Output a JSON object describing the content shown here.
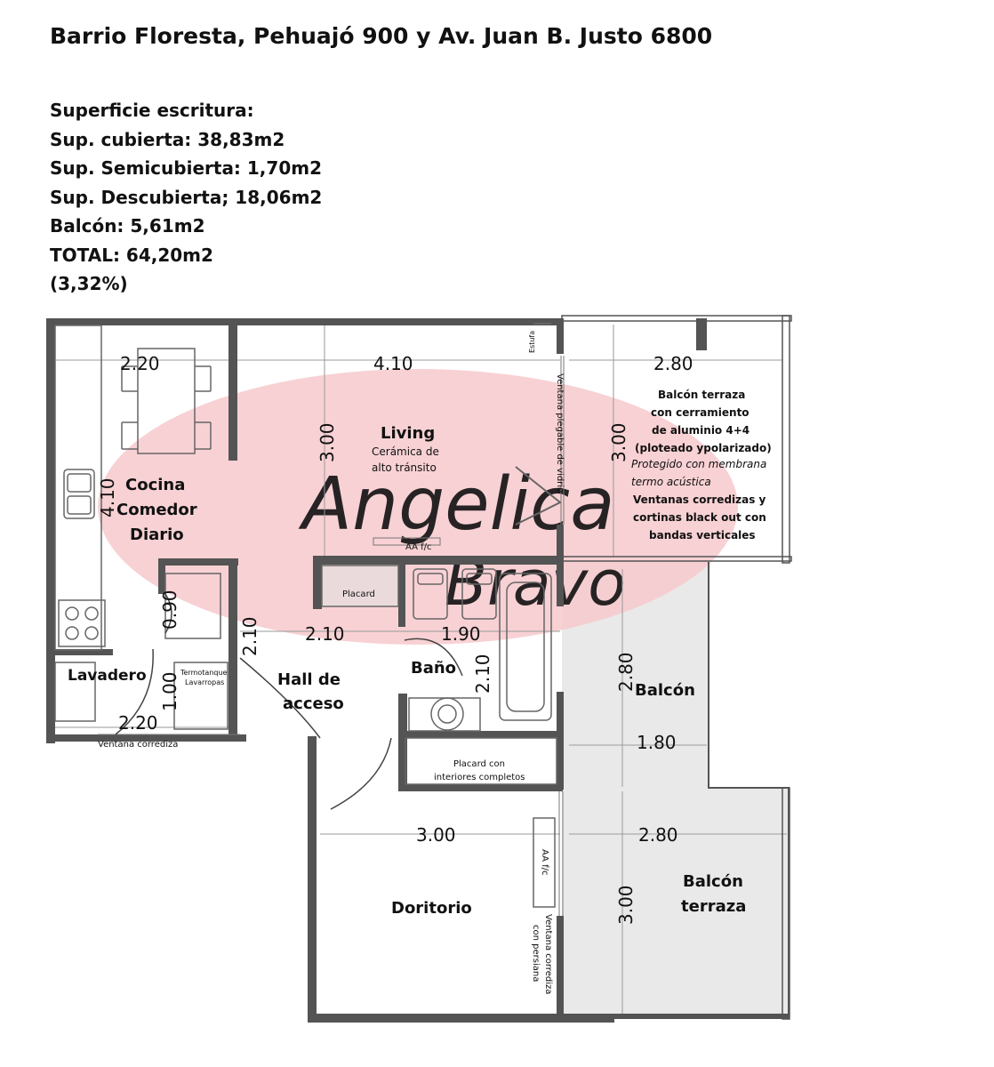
{
  "title": "Barrio Floresta, Pehuajó 900 y Av. Juan B. Justo 6800",
  "specs": [
    "Superficie escritura:",
    "Sup. cubierta: 38,83m2",
    "Sup. Semicubierta: 1,70m2",
    "Sup. Descubierta; 18,06m2",
    "Balcón: 5,61m2",
    "TOTAL: 64,20m2",
    "(3,32%)"
  ],
  "watermark": {
    "line1": "Angelica",
    "line2": "Bravo"
  },
  "rooms": {
    "cocina": {
      "l1": "Cocina",
      "l2": "Comedor",
      "l3": "Diario"
    },
    "living": {
      "name": "Living",
      "l1": "Cerámica de",
      "l2": "alto tránsito"
    },
    "balcon_terraza_top": {
      "l1": "Balcón terraza",
      "l2": "con cerramiento",
      "l3": "de aluminio 4+4",
      "l4": "(ploteado ypolarizado)",
      "note1": "Protegido con membrana",
      "note2": "termo acústica",
      "l5": "Ventanas corredizas y",
      "l6": "cortinas black out con",
      "l7": "bandas verticales"
    },
    "lavadero": "Lavadero",
    "hall": {
      "l1": "Hall de",
      "l2": "acceso"
    },
    "bano": "Baño",
    "balcon": "Balcón",
    "dormitorio": "Doritorio",
    "balcon_terraza_bottom": {
      "l1": "Balcón",
      "l2": "terraza"
    }
  },
  "labels": {
    "estufa": "Estufa",
    "ventana_plegable": "Ventana plegable de vidrio",
    "aa_living": "AA f/c",
    "placard": "Placard",
    "termotanque": "Termotanque",
    "lavarropas": "Lavarropas",
    "ventana_corrediza": "Ventana corrediza",
    "placard_completo_l1": "Placard con",
    "placard_completo_l2": "interiores completos",
    "aa_dormitorio": "AA f/c",
    "ventana_persiana_l1": "Ventana corrediza",
    "ventana_persiana_l2": "con persiana"
  },
  "dimensions": {
    "cocina_width": "2.20",
    "living_width": "4.10",
    "terraza_width": "2.80",
    "living_depth": "3.00",
    "terraza_depth": "3.00",
    "cocina_depth": "4.10",
    "cocina_sub": "0.90",
    "hall_depth": "2.10",
    "hall_width": "2.10",
    "bano_width": "1.90",
    "bano_depth": "2.10",
    "balcon_depth": "2.80",
    "lavadero_depth": "1.00",
    "lavadero_width": "2.20",
    "balcon_width": "1.80",
    "dormitorio_width": "3.00",
    "terraza2_width": "2.80",
    "terraza2_depth": "3.00"
  },
  "colors": {
    "wall": "#545454",
    "balcony_fill": "#e9e9e9",
    "watermark": "#f7c9cd"
  }
}
